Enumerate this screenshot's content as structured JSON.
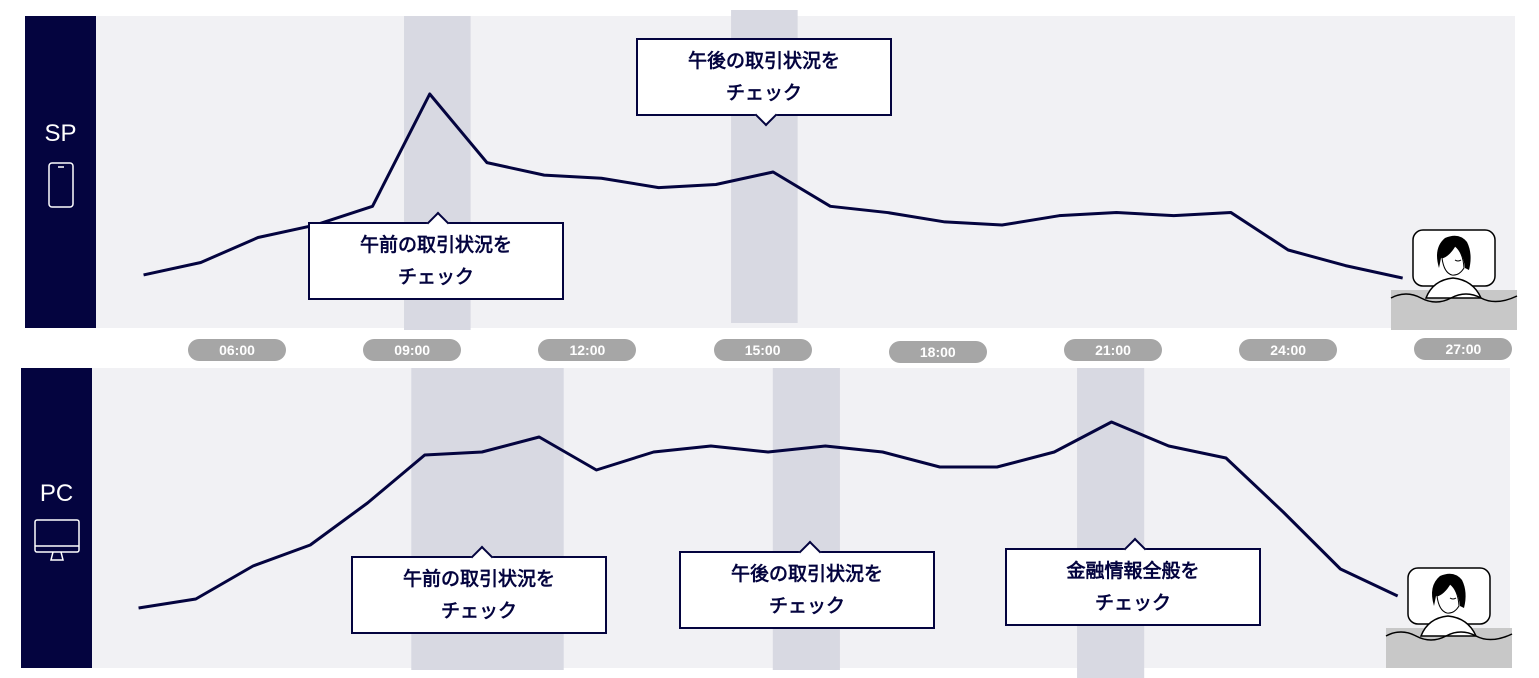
{
  "chart_data": [
    {
      "type": "line",
      "name": "SP",
      "label": "SP",
      "icon": "smartphone-icon",
      "x_start_hour": 4.4,
      "x_step_hour": 0.98,
      "values": [
        17,
        21,
        29,
        33,
        39,
        75,
        53,
        49,
        48,
        45,
        46,
        50,
        39,
        37,
        34,
        33,
        36,
        37,
        36,
        37,
        25,
        20,
        16
      ],
      "highlight_hours": [
        [
          8.86,
          10.0
        ],
        [
          14.46,
          15.6
        ]
      ],
      "annotations": [
        {
          "line1": "午前の取引状況を",
          "line2": "チェック"
        },
        {
          "line1": "午後の取引状況を",
          "line2": "チェック"
        }
      ],
      "ylim": [
        0,
        100
      ]
    },
    {
      "type": "line",
      "name": "PC",
      "label": "PC",
      "icon": "desktop-monitor-icon",
      "x_start_hour": 4.4,
      "x_step_hour": 0.98,
      "values": [
        20,
        23,
        34,
        41,
        55,
        71,
        72,
        77,
        66,
        72,
        74,
        72,
        74,
        72,
        67,
        67,
        72,
        82,
        74,
        70,
        52,
        33,
        24
      ],
      "highlight_hours": [
        [
          9.07,
          11.68
        ],
        [
          15.26,
          16.41
        ],
        [
          20.47,
          21.62
        ]
      ],
      "annotations": [
        {
          "line1": "午前の取引状況を",
          "line2": "チェック"
        },
        {
          "line1": "午後の取引状況を",
          "line2": "チェック"
        },
        {
          "line1": "金融情報全般を",
          "line2": "チェック"
        }
      ],
      "ylim": [
        0,
        100
      ]
    }
  ],
  "x_ticks": [
    "06:00",
    "09:00",
    "12:00",
    "15:00",
    "18:00",
    "21:00",
    "24:00",
    "27:00"
  ],
  "colors": {
    "line": "#04043f",
    "band": "#d8d9e2",
    "panel": "#f1f1f4",
    "tick": "#a6a6a6"
  }
}
